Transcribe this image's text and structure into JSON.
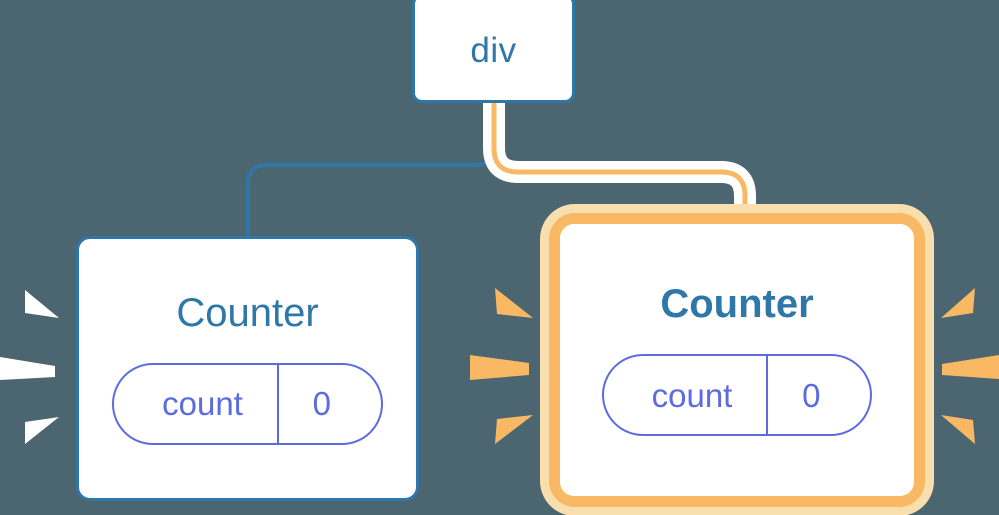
{
  "diagram": {
    "title_semantic": "component-tree-rerender-highlight",
    "background_color": "#4c6671",
    "nodes": [
      {
        "id": "div",
        "label": "div",
        "kind": "element",
        "highlighted": false,
        "border_color": "#2f77a8",
        "text_color": "#2f77a8"
      },
      {
        "id": "counter-left",
        "label": "Counter",
        "kind": "component",
        "highlighted": false,
        "border_color": "#2f77a8",
        "text_color": "#2f77a8",
        "state": {
          "key": "count",
          "value": "0",
          "color": "#5c6ce0"
        }
      },
      {
        "id": "counter-right",
        "label": "Counter",
        "kind": "component",
        "highlighted": true,
        "border_color": "#f9b863",
        "glow_color": "#fadfae",
        "text_color": "#2f77a8",
        "state": {
          "key": "count",
          "value": "0",
          "color": "#5c6ce0"
        }
      }
    ],
    "connectors": [
      {
        "id": "div-to-counter-left",
        "from": "div",
        "to": "counter-left",
        "color": "#2f77a8",
        "width": 4,
        "highlighted": false
      },
      {
        "id": "div-to-counter-right",
        "from": "div",
        "to": "counter-right",
        "color": "#f9b863",
        "halo_color": "#ffffff",
        "width": 5,
        "highlighted": true
      }
    ],
    "sparkles": [
      {
        "id": "sparkle-left-outer",
        "color": "#ffffff",
        "side": "left",
        "target": "counter-left",
        "rays": 3
      },
      {
        "id": "sparkle-middle",
        "color": "#f9b863",
        "side": "left",
        "target": "counter-right",
        "rays": 3
      },
      {
        "id": "sparkle-right-outer",
        "color": "#f9b863",
        "side": "right",
        "target": "counter-right",
        "rays": 3
      }
    ]
  }
}
